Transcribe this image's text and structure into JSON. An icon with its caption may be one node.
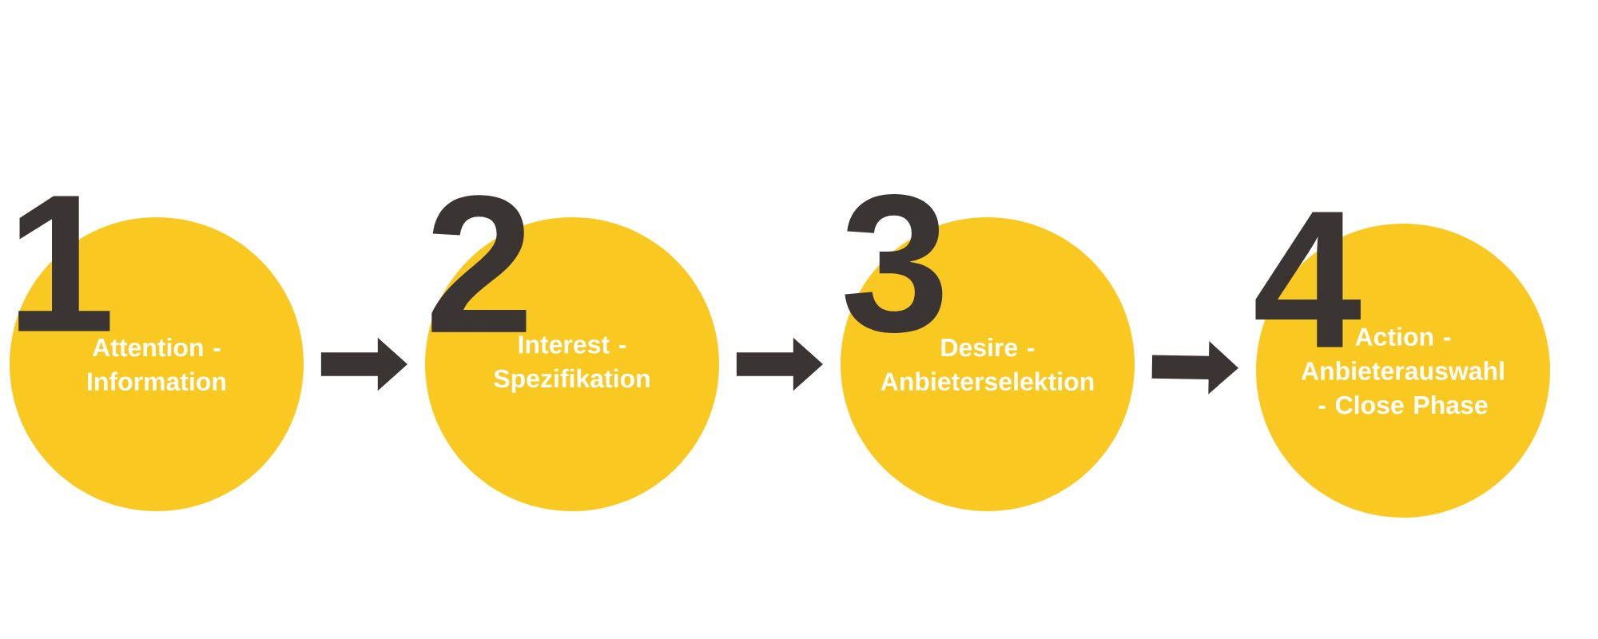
{
  "diagram": {
    "nodes": [
      {
        "text": [
          "1",
          "Attention - Information"
        ]
      },
      {
        "text": [
          "2",
          "Interest - Spezifikation"
        ]
      },
      {
        "text": [
          "3",
          "Desire - Anbieterselektion"
        ]
      },
      {
        "text": [
          "4",
          "Action - Anbieterauswahl - Close Phase"
        ]
      }
    ],
    "edges": [
      {
        "from": 0,
        "to": 1,
        "arrow": "to"
      },
      {
        "from": 1,
        "to": 2,
        "arrow": "to"
      },
      {
        "from": 2,
        "to": 3,
        "arrow": "to"
      }
    ]
  }
}
